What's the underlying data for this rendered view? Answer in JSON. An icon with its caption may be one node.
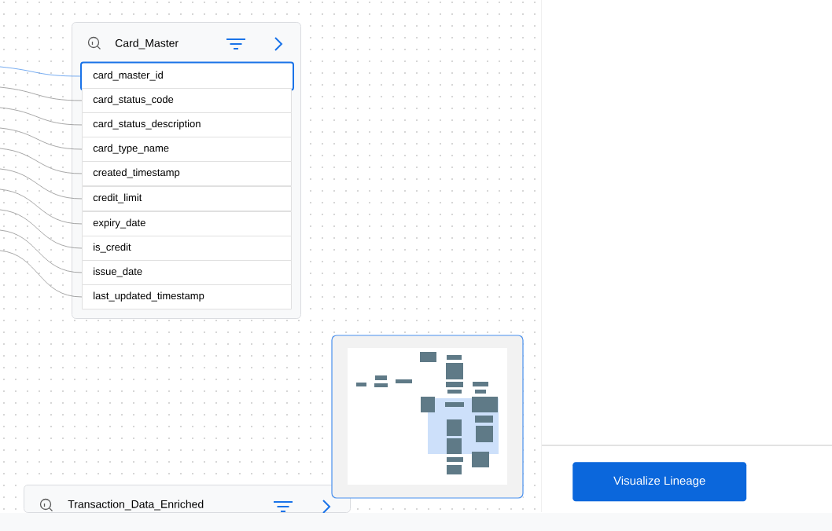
{
  "diagram": {
    "nodes": [
      {
        "text": [
          "Card_Master"
        ]
      },
      {
        "text": [
          "card_master_id"
        ],
        "in": 0
      },
      {
        "text": [
          "card_status_code"
        ],
        "in": 0
      },
      {
        "text": [
          "card_status_description"
        ],
        "in": 0
      },
      {
        "text": [
          "card_type_name"
        ],
        "in": 0
      },
      {
        "text": [
          "created_timestamp"
        ],
        "in": 0
      },
      {
        "text": [
          "credit_limit"
        ],
        "in": 0
      },
      {
        "text": [
          "expiry_date"
        ],
        "in": 0
      },
      {
        "text": [
          "is_credit"
        ],
        "in": 0
      },
      {
        "text": [
          "issue_date"
        ],
        "in": 0
      },
      {
        "text": [
          "last_updated_timestamp"
        ],
        "in": 0
      },
      {
        "text": [
          "Transaction_Data_Enriched"
        ]
      }
    ],
    "edges": [
      {
        "from": null,
        "to": 1,
        "arrow": "none",
        "color": "#1a73e8"
      },
      {
        "from": null,
        "to": 2,
        "arrow": "none"
      },
      {
        "from": null,
        "to": 3,
        "arrow": "none"
      },
      {
        "from": null,
        "to": 4,
        "arrow": "none"
      },
      {
        "from": null,
        "to": 5,
        "arrow": "none"
      },
      {
        "from": null,
        "to": 6,
        "arrow": "none"
      },
      {
        "from": null,
        "to": 7,
        "arrow": "none"
      },
      {
        "from": null,
        "to": 8,
        "arrow": "none"
      },
      {
        "from": null,
        "to": 9,
        "arrow": "none"
      },
      {
        "from": null,
        "to": 10,
        "arrow": "none"
      }
    ],
    "labels": [
      "Visualize Lineage"
    ]
  }
}
